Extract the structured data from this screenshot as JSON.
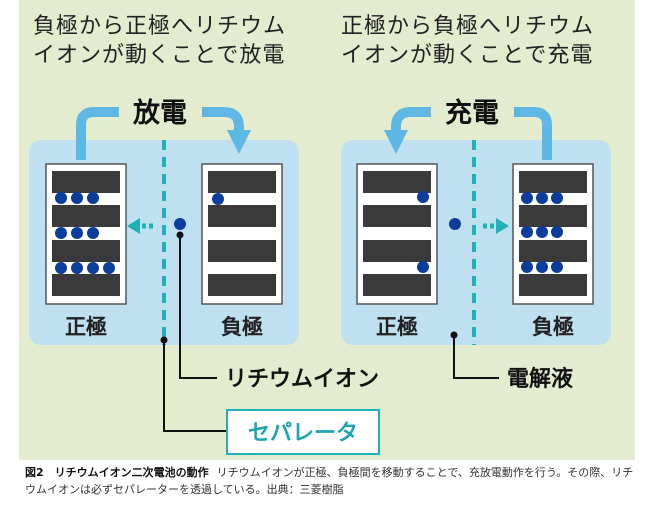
{
  "diagram": {
    "left_heading": "負極から正極へリチウム\nイオンが動くことで放電",
    "right_heading": "正極から負極へリチウム\nイオンが動くことで充電",
    "discharge_label": "放電",
    "charge_label": "充電",
    "positive_left": "正極",
    "negative_left": "負極",
    "positive_right": "正極",
    "negative_right": "負極",
    "lithium_ion_label": "リチウムイオン",
    "electrolyte_label": "電解液",
    "separator_label": "セパレータ"
  },
  "caption": {
    "title": "図2　リチウムイオン二次電池の動作",
    "text": "リチウムイオンが正極、負極間を移動することで、充放電動作を行う。その際、リチウムイオンは必ずセパレーターを透過している。出典：三菱樹脂"
  },
  "colors": {
    "background": "#e4ecd0",
    "cell": "#bee0f1",
    "arrow": "#5fb8e3",
    "ion": "#0a3d9c",
    "separator": "#1fb0b8",
    "electrode_bar": "#3a3a3a"
  }
}
